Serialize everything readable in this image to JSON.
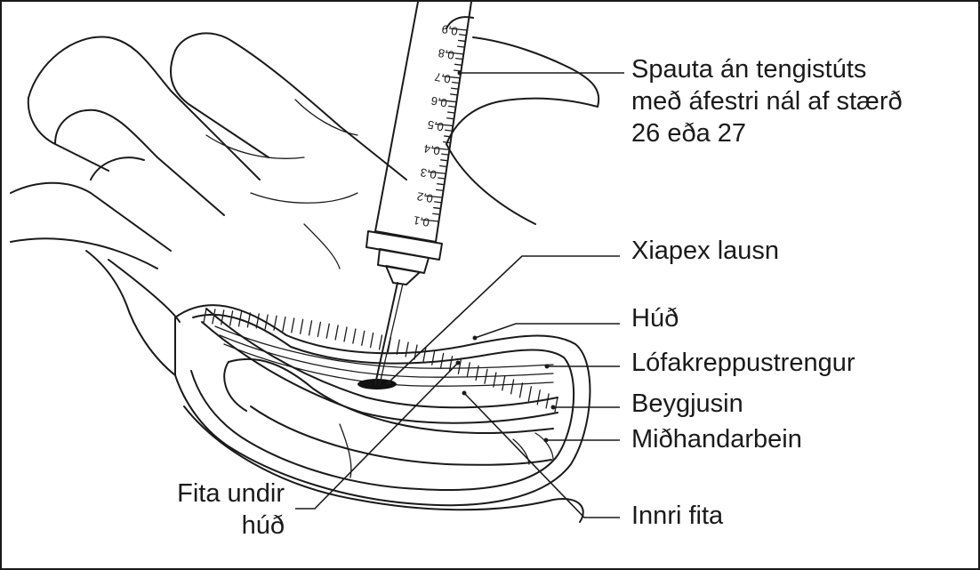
{
  "labels": {
    "syringe": [
      "Spauta án tengistúts",
      "með áfestri nál af stærð",
      "26 eða 27"
    ],
    "solution": "Xiapex lausn",
    "skin": "Húð",
    "cord": "Lófakreppustrengur",
    "tendon": "Beygjusin",
    "bone": "Miðhandarbein",
    "subcutaneous_fat": [
      "Fita undir",
      "húð"
    ],
    "inner_fat": "Innri fita"
  },
  "syringe_scale": [
    "0.1",
    "0.2",
    "0.3",
    "0.4",
    "0.5",
    "0.6",
    "0.7",
    "0.8",
    "0.9"
  ]
}
